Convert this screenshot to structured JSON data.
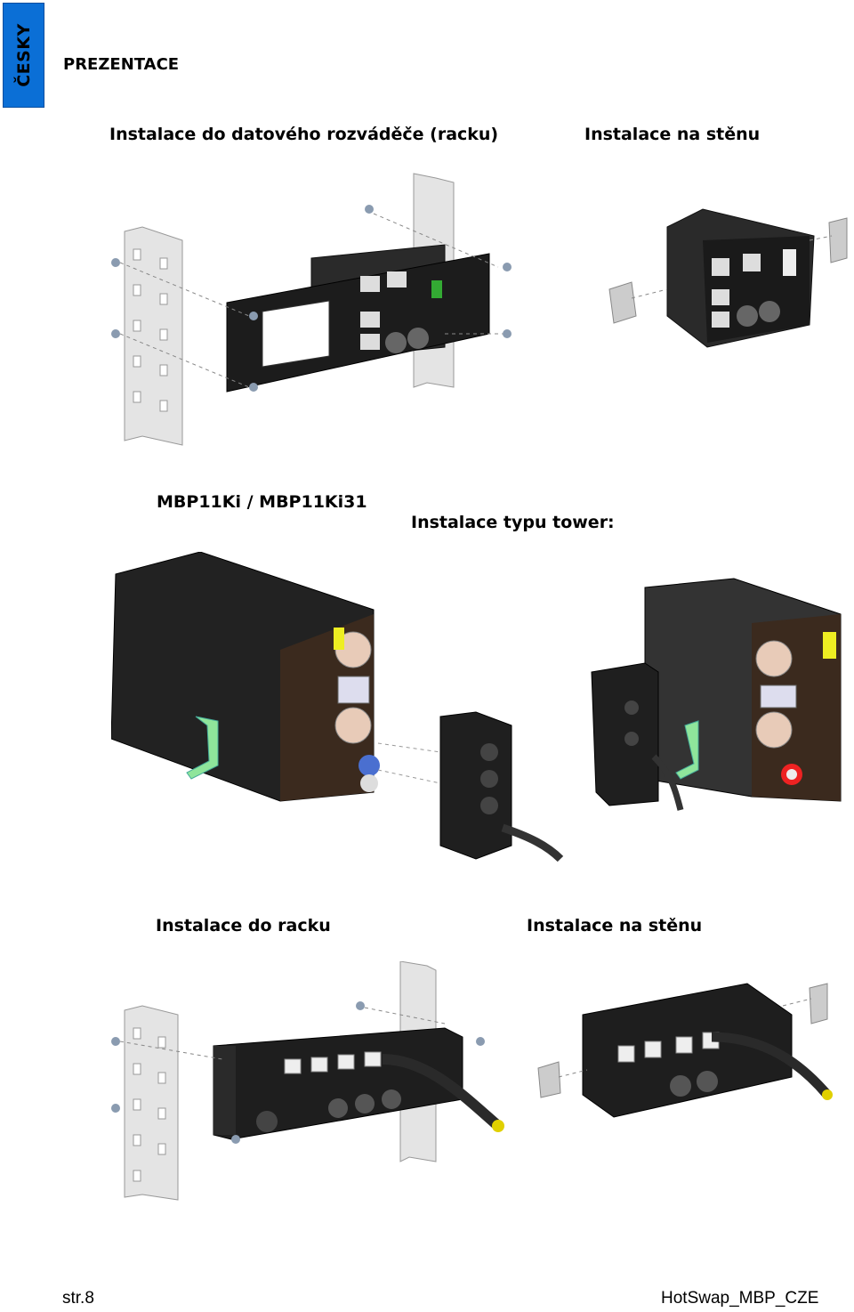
{
  "sidebar": {
    "language_tab": "ČESKY"
  },
  "header": {
    "title": "PREZENTACE"
  },
  "captions": {
    "rack_install": "Instalace do datového rozváděče (racku)",
    "wall_install": "Instalace na stěnu",
    "model": "MBP11Ki / MBP11Ki31",
    "tower_install": "Instalace typu tower:",
    "rack_install_2": "Instalace do racku",
    "wall_install_2": "Instalace na stěnu"
  },
  "footer": {
    "page": "str.8",
    "doc_id": "HotSwap_MBP_CZE"
  }
}
